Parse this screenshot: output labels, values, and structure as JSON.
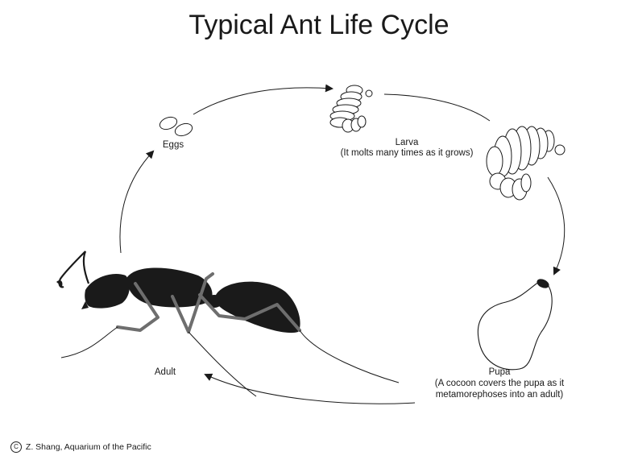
{
  "title": "Typical Ant Life Cycle",
  "stages": {
    "eggs": {
      "label": "Eggs"
    },
    "larva": {
      "label": "Larva",
      "note": "(It molts many times as it grows)"
    },
    "pupa": {
      "label": "Pupa",
      "note_line1": "(A cocoon covers the pupa as it",
      "note_line2": "metamorephoses into an adult)"
    },
    "adult": {
      "label": "Adult"
    }
  },
  "credit": {
    "symbol": "C",
    "text": "Z. Shang, Aquarium of the Pacific"
  },
  "colors": {
    "body": "#1a1a1a",
    "legs": "#6e6e6e",
    "outline": "#1a1a1a"
  },
  "icons": [
    "eggs-icon",
    "small-larva-icon",
    "large-larva-icon",
    "pupa-cocoon-icon",
    "ant-adult-icon",
    "cycle-arrow-icon"
  ]
}
